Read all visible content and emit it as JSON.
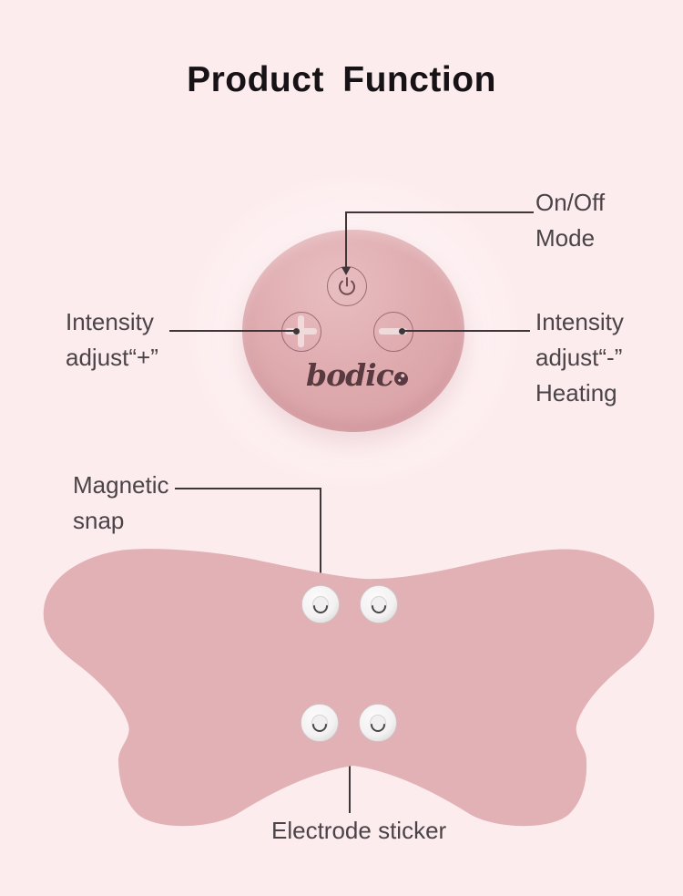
{
  "title": "Product Function",
  "device": {
    "brand_prefix": "bodic",
    "brand_last_letter": "o"
  },
  "annotations": {
    "on_off": {
      "lines": [
        "On/Off",
        "Mode"
      ]
    },
    "intensity_plus": {
      "lines": [
        "Intensity",
        "adjust“+”"
      ]
    },
    "intensity_minus": {
      "lines": [
        "Intensity",
        "adjust“-”",
        "Heating"
      ]
    },
    "magnetic_snap": {
      "lines": [
        "Magnetic",
        "snap"
      ]
    },
    "electrode_sticker": {
      "lines": [
        "Electrode sticker"
      ]
    }
  },
  "colors": {
    "background": "#fdecee",
    "pad_fill": "#e2b1b5",
    "device_light": "#e8bec1",
    "device_mid": "#dfabaf",
    "device_dark": "#d69da2",
    "line_color": "#3e3639",
    "label_text": "#4a4347",
    "title_text": "#161215",
    "brand_color": "#583a40",
    "button_ring": "#9b6b74",
    "button_glyph": "#f0dadb",
    "power_glyph": "#6f4a52"
  }
}
